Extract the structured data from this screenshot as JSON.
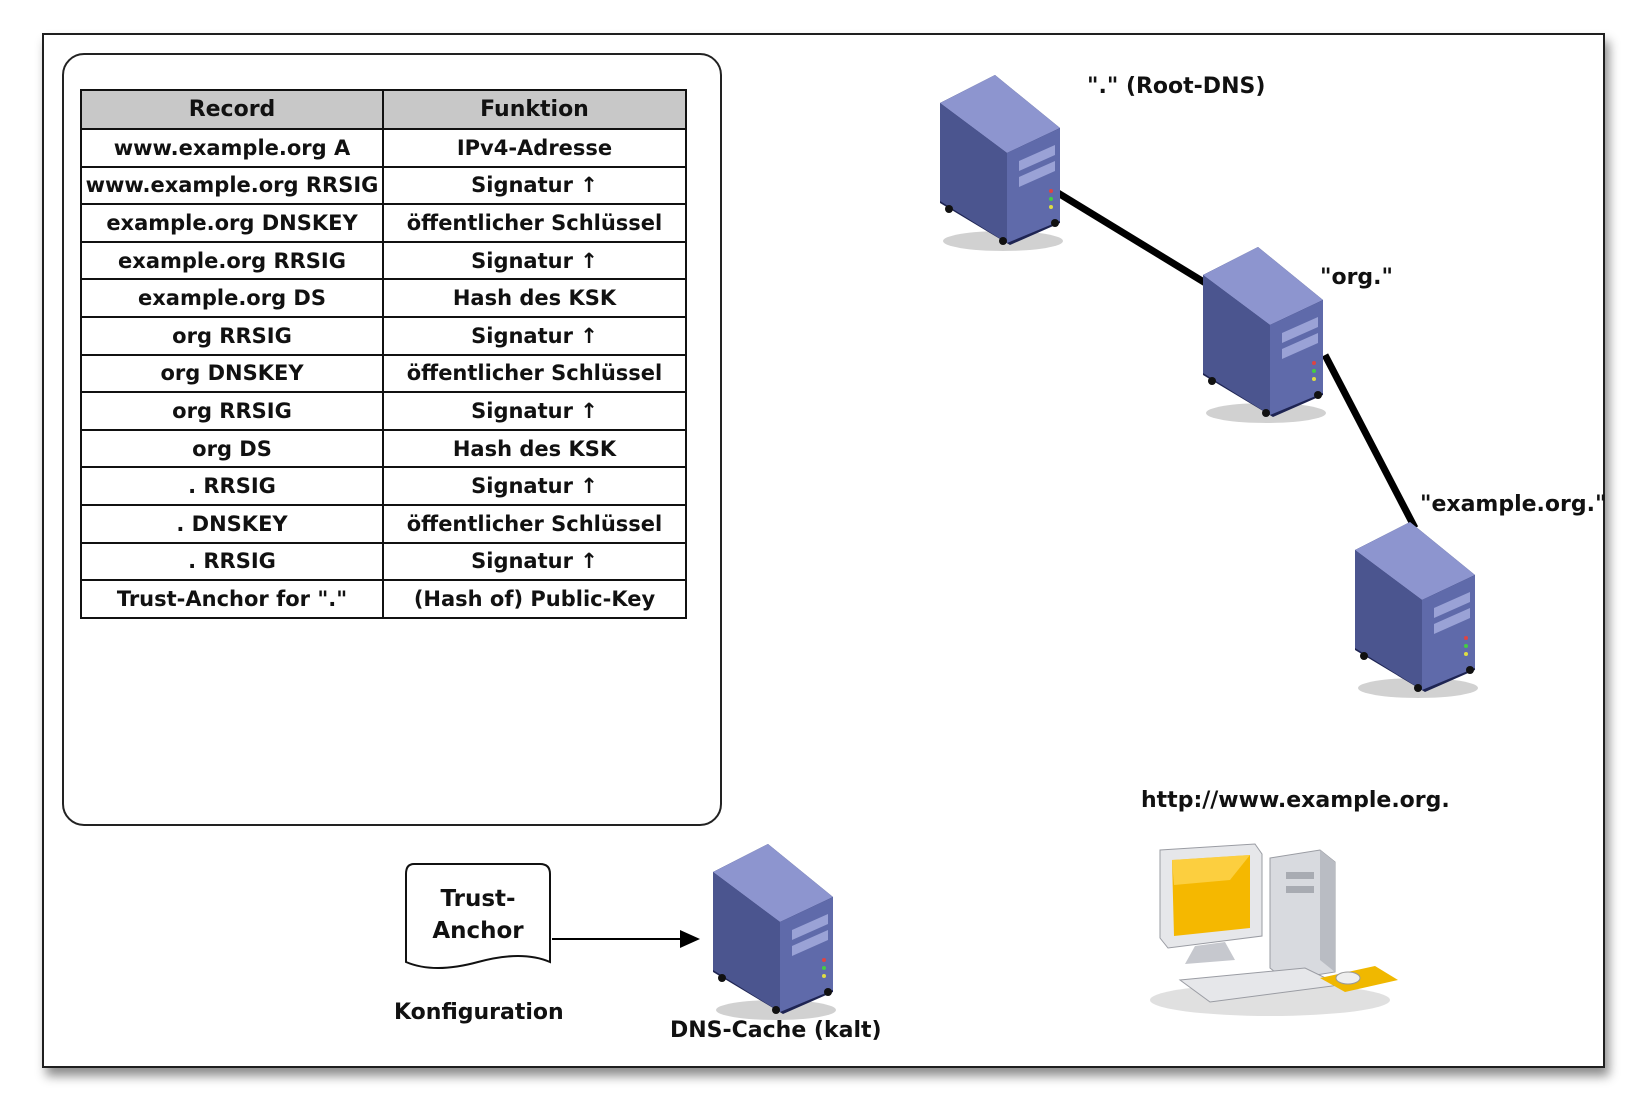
{
  "table": {
    "headers": [
      "Record",
      "Funktion"
    ],
    "rows": [
      [
        "www.example.org A",
        "IPv4-Adresse"
      ],
      [
        "www.example.org RRSIG",
        "Signatur ↑"
      ],
      [
        "example.org DNSKEY",
        "öffentlicher Schlüssel"
      ],
      [
        "example.org RRSIG",
        "Signatur ↑"
      ],
      [
        "example.org DS",
        "Hash des KSK"
      ],
      [
        "org RRSIG",
        "Signatur ↑"
      ],
      [
        "org DNSKEY",
        "öffentlicher Schlüssel"
      ],
      [
        "org RRSIG",
        "Signatur ↑"
      ],
      [
        "org DS",
        "Hash des KSK"
      ],
      [
        ". RRSIG",
        "Signatur ↑"
      ],
      [
        ". DNSKEY",
        "öffentlicher Schlüssel"
      ],
      [
        ". RRSIG",
        "Signatur ↑"
      ],
      [
        "Trust-Anchor for \".\"",
        "(Hash of) Public-Key"
      ]
    ]
  },
  "servers": {
    "root": "\".\" (Root-DNS)",
    "org": "\"org.\"",
    "example": "\"example.org.\"",
    "cache": "DNS-Cache (kalt)"
  },
  "trust_anchor": {
    "line1": "Trust-",
    "line2": "Anchor",
    "caption": "Konfiguration"
  },
  "client": {
    "url": "http://www.example.org."
  },
  "colors": {
    "server_body": "#5a64a6",
    "table_header": "#c8c8c8",
    "monitor_screen": "#f5b800"
  }
}
